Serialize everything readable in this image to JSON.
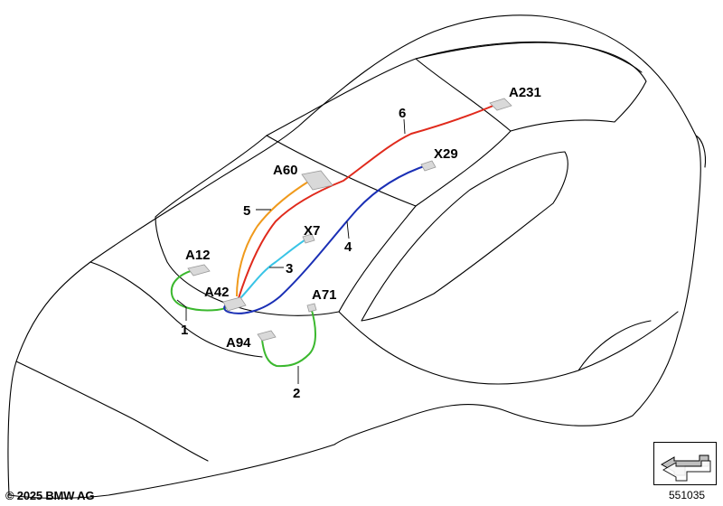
{
  "components": {
    "A12": "A12",
    "A42": "A42",
    "A60": "A60",
    "A71": "A71",
    "A94": "A94",
    "A231": "A231",
    "X7": "X7",
    "X29": "X29"
  },
  "cables": {
    "c1": {
      "label": "1",
      "color": "#3bb82e"
    },
    "c2": {
      "label": "2",
      "color": "#3bb82e"
    },
    "c3": {
      "label": "3",
      "color": "#39c4e6"
    },
    "c4": {
      "label": "4",
      "color": "#1a2fb5"
    },
    "c5": {
      "label": "5",
      "color": "#f09a1c"
    },
    "c6": {
      "label": "6",
      "color": "#e02a1c"
    }
  },
  "footer": {
    "copyright": "© 2025 BMW AG",
    "doc_number": "551035"
  },
  "nav_icon": "arrow-navigation-icon"
}
